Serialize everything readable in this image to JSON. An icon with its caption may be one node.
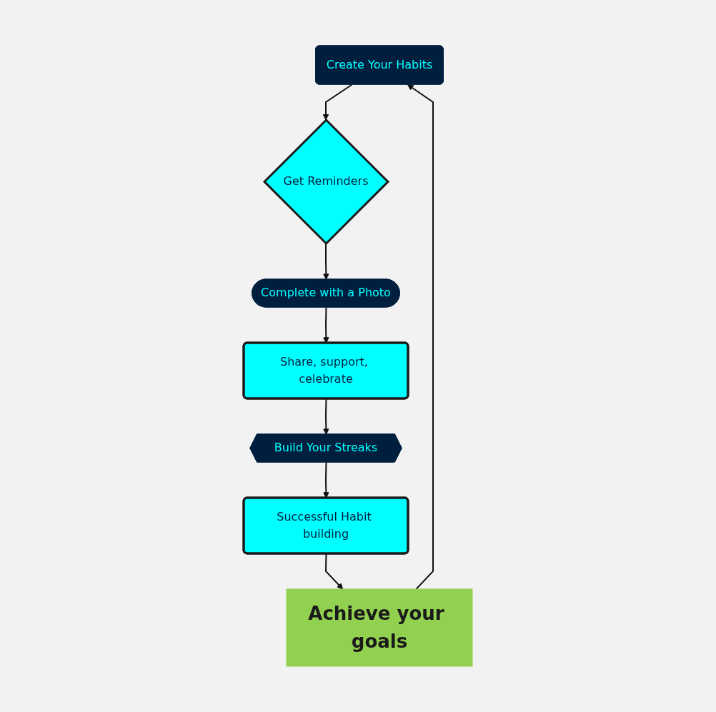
{
  "diagram": {
    "nodes": [
      {
        "text": [
          "Create Your Habits"
        ]
      },
      {
        "text": [
          "Successful Habit building"
        ]
      },
      {
        "text": [
          "Achieve your goals"
        ]
      },
      {
        "text": [
          "Build Your Streaks"
        ]
      },
      {
        "text": [
          "Get Reminders"
        ]
      },
      {
        "text": [
          "Complete with a Photo"
        ]
      },
      {
        "text": [
          "Share, support, celebrate"
        ]
      }
    ],
    "edges": [
      {
        "from": 2,
        "to": 0,
        "arrow": "to"
      },
      {
        "from": 1,
        "to": 2,
        "arrow": "to"
      },
      {
        "from": 0,
        "to": 4,
        "arrow": "to"
      },
      {
        "from": 4,
        "to": 5,
        "arrow": "to"
      },
      {
        "from": 5,
        "to": 6,
        "arrow": "to"
      },
      {
        "from": 6,
        "to": 3,
        "arrow": "to"
      },
      {
        "from": 3,
        "to": 1,
        "arrow": "to"
      }
    ]
  }
}
